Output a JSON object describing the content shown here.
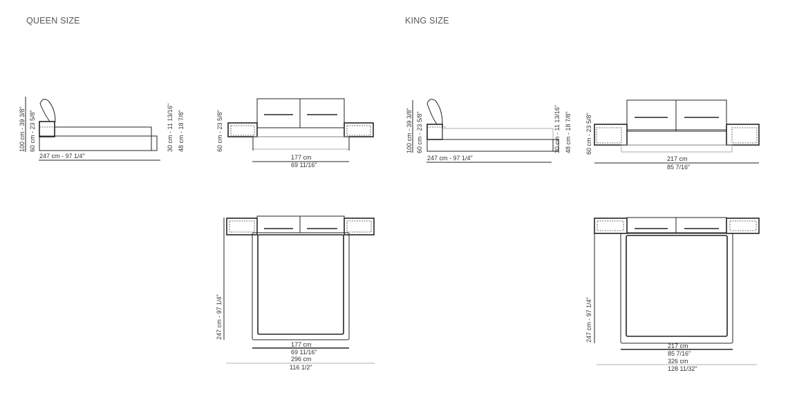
{
  "queen": {
    "title": "QUEEN SIZE",
    "side": {
      "height_total": "100 cm - 39 3/8\"",
      "height_base": "60 cm - 23 5/8\"",
      "length": "247 cm - 97 1/4\"",
      "foot_height": "30 cm - 11 13/16\"",
      "foot_total": "48 cm - 18 7/8\""
    },
    "front": {
      "height": "60 cm - 23 5/8\"",
      "width_cm": "177 cm",
      "width_in": "69 11/16\""
    },
    "top": {
      "length": "247 cm - 97 1/4\"",
      "width_cm": "177 cm",
      "width_in": "69 11/16\"",
      "overall_cm": "296 cm",
      "overall_in": "116 1/2\""
    }
  },
  "king": {
    "title": "KING SIZE",
    "side": {
      "height_total": "100 cm - 39 3/8\"",
      "height_base": "60 cm - 23 5/8\"",
      "length": "247 cm - 97 1/4\"",
      "foot_height": "30 cm - 11 13/16\"",
      "foot_total": "48 cm - 18 7/8\""
    },
    "front": {
      "height": "60 cm - 23 5/8\"",
      "width_cm": "217 cm",
      "width_in": "85 7/16\""
    },
    "top": {
      "length": "247 cm - 97 1/4\"",
      "width_cm": "217 cm",
      "width_in": "85 7/16\"",
      "overall_cm": "326 cm",
      "overall_in": "128 11/32\""
    }
  }
}
